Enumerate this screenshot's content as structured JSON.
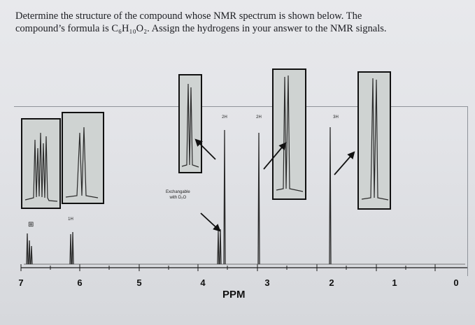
{
  "question": {
    "line1": "Determine the structure of the compound whose NMR spectrum is shown below. The",
    "line2": "compound’s formula is C₆H₁₀O₂. Assign the hydrogens in your answer to the NMR signals."
  },
  "spectrum": {
    "axis_title": "PPM",
    "ticks": [
      "7",
      "6",
      "5",
      "4",
      "3",
      "2",
      "1",
      "0"
    ],
    "integrations": [
      "1H",
      "2H",
      "2H",
      "3H"
    ],
    "exchange_note_line1": "Exchangable",
    "exchange_note_line2": "with D₂O",
    "small_box_symbol": "⊞"
  },
  "colors": {
    "outline": "#111111",
    "peak": "#2a2a2a",
    "inset_background": "#cfd3d2"
  }
}
